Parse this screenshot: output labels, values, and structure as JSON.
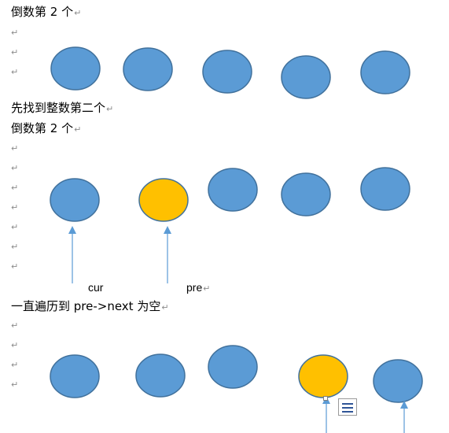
{
  "document": {
    "section1": {
      "heading": "倒数第 2 个"
    },
    "section2": {
      "line1": "先找到整数第二个",
      "line2": "倒数第 2 个",
      "label_cur": "cur",
      "label_pre": "pre"
    },
    "section3": {
      "heading": "一直遍历到 pre->next 为空"
    },
    "paragraph_mark": "↵"
  },
  "colors": {
    "node_blue": "#5b9bd5",
    "node_orange": "#ffc000",
    "node_outline": "#41719c",
    "arrow": "#5b9bd5"
  }
}
